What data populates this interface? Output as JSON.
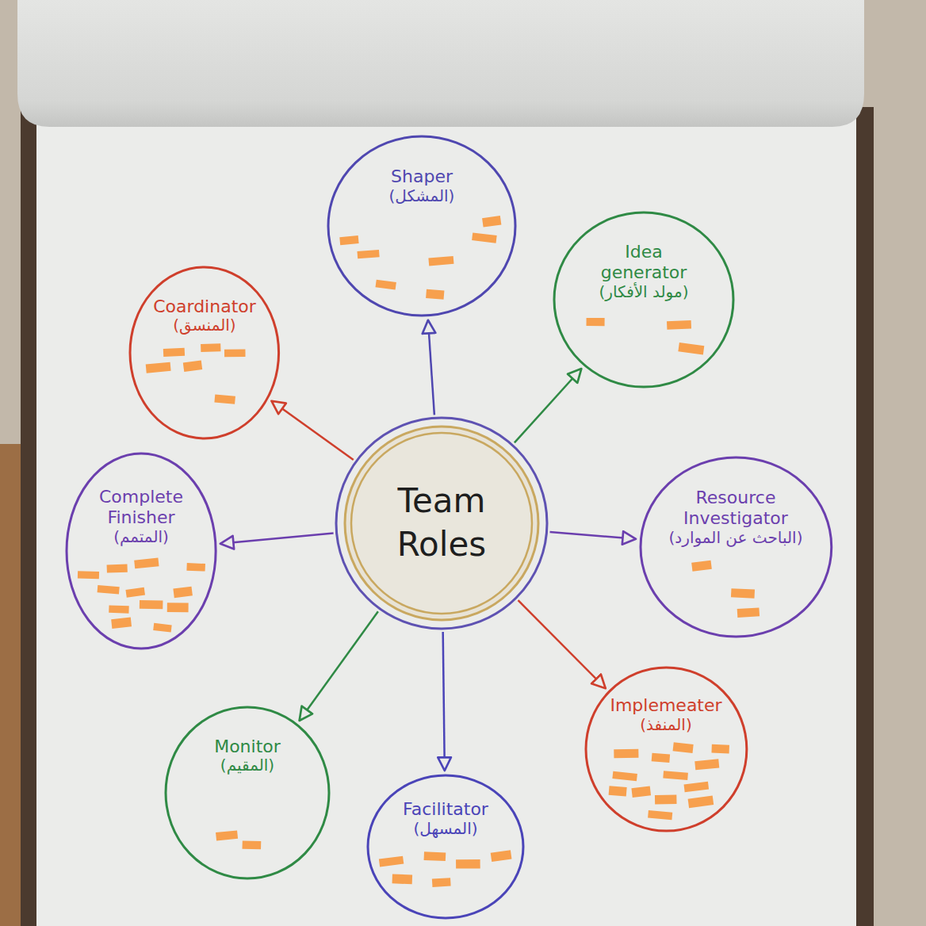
{
  "diagram": {
    "nodes": [
      {
        "text": [
          "Shaper",
          "(المشكل)"
        ]
      },
      {
        "text": [
          "Idea generator",
          "(مولد الأفكار)"
        ]
      },
      {
        "text": [
          "Coardinator",
          "(المنسق)"
        ]
      },
      {
        "text": [
          "Team Roles"
        ]
      },
      {
        "text": [
          "Complete Finisher",
          "(المتمم)"
        ]
      },
      {
        "text": [
          "Resource Investigator",
          "(الباحث عن الموارد)"
        ]
      },
      {
        "text": [
          "Implemeater",
          "(المنفذ)"
        ]
      },
      {
        "text": [
          "Monitor",
          "(المقيم)"
        ]
      },
      {
        "text": [
          "Facilitator",
          "(المسهل)"
        ]
      }
    ],
    "edges": [
      {
        "from": 3,
        "to": 0,
        "arrow": "to"
      },
      {
        "from": 3,
        "to": 1,
        "arrow": "to"
      },
      {
        "from": 3,
        "to": 5,
        "arrow": "to"
      },
      {
        "from": 3,
        "to": 6,
        "arrow": "to"
      },
      {
        "from": 3,
        "to": 8,
        "arrow": "to"
      },
      {
        "from": 3,
        "to": 7,
        "arrow": "to"
      },
      {
        "from": 3,
        "to": 4,
        "arrow": "to"
      },
      {
        "from": 3,
        "to": 2,
        "arrow": "to"
      }
    ]
  }
}
